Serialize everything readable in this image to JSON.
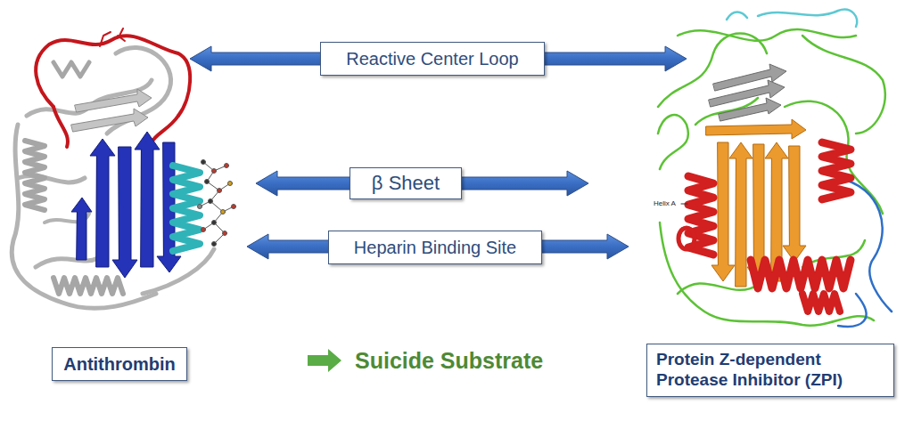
{
  "diagram": {
    "nodes": [
      {
        "text": [
          "Reactive Center Loop"
        ]
      },
      {
        "text": [
          "β Sheet"
        ]
      },
      {
        "text": [
          "Heparin Binding Site"
        ]
      },
      {
        "text": [
          "Antithrombin"
        ]
      },
      {
        "text": [
          "Protein Z-dependent Protease Inhibitor (ZPI)"
        ]
      }
    ],
    "labels": [
      "Helix A",
      "Suicide Substrate"
    ]
  }
}
